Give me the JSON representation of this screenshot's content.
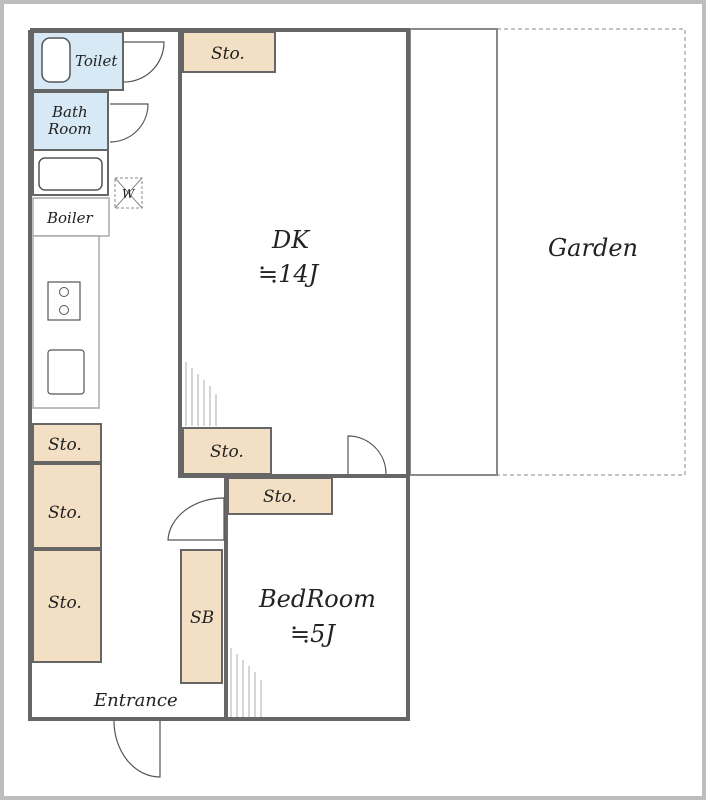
{
  "rooms": {
    "toilet": "Toilet",
    "bath_line1": "Bath",
    "bath_line2": "Room",
    "washer": "W",
    "boiler": "Boiler",
    "dk": "DK",
    "dk_size": "≒14J",
    "bedroom": "BedRoom",
    "bedroom_size": "≒5J",
    "garden": "Garden",
    "entrance": "Entrance",
    "shoe_box": "SB"
  },
  "storage_label": "Sto.",
  "colors": {
    "storage_fill": "#f3dfc4",
    "wet_area_fill": "#d6e9f5",
    "wall": "#666666",
    "frame": "#bdbdbd"
  }
}
